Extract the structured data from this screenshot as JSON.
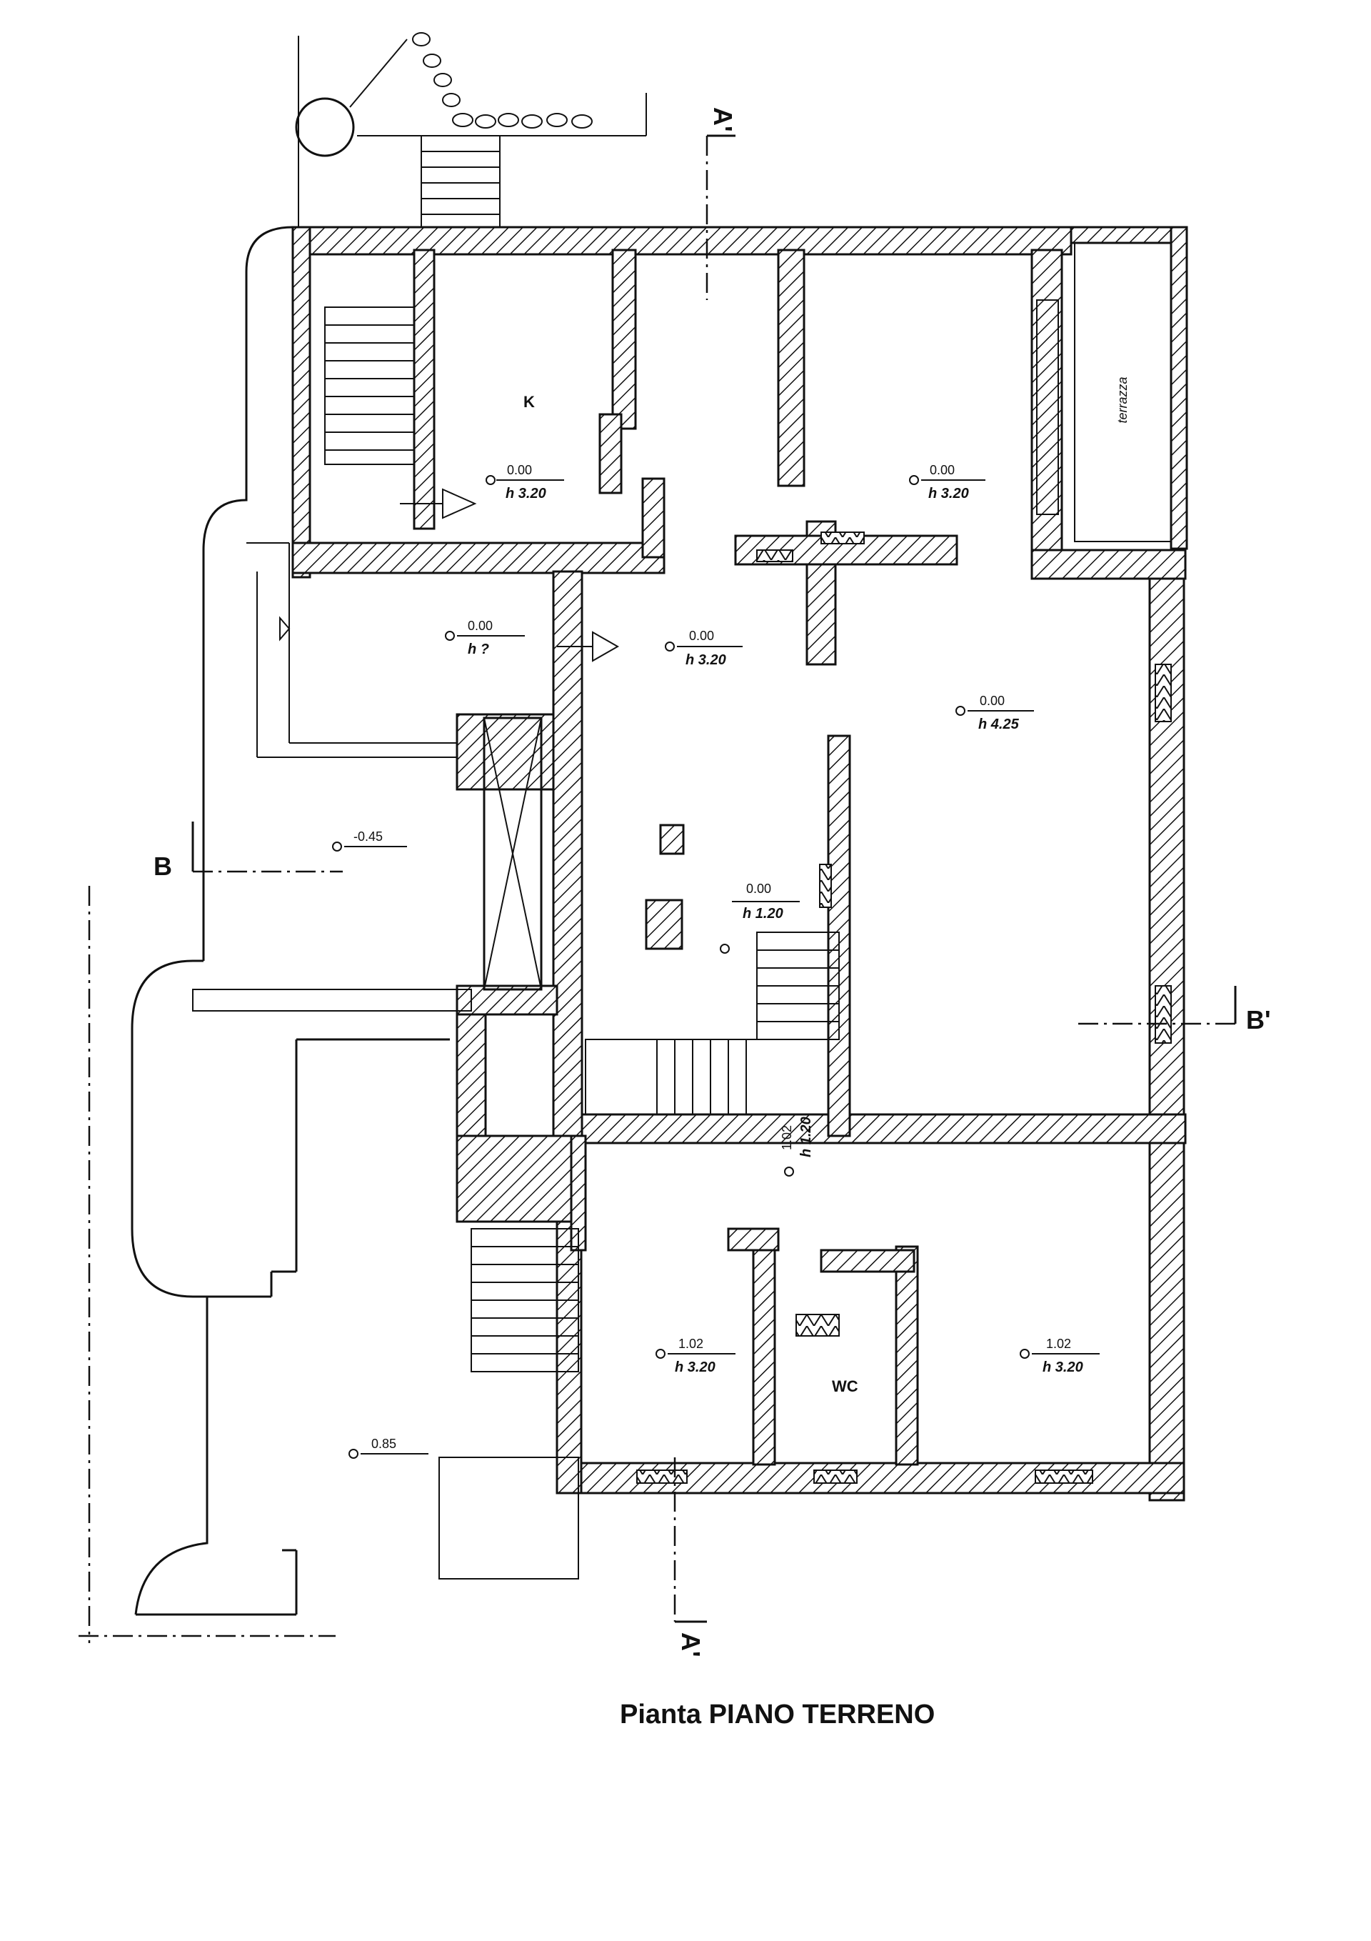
{
  "plan_title": "Pianta PIANO TERRENO",
  "rooms": {
    "kitchen": "K",
    "wc": "WC",
    "terrace": "terrazza"
  },
  "sections": {
    "a_top": "A'",
    "a_bottom": "A'",
    "b_left": "B",
    "b_right": "B'"
  },
  "levels": {
    "kitchen": {
      "elev": "0.00",
      "height": "h 3.20"
    },
    "room_ne": {
      "elev": "0.00",
      "height": "h 3.20"
    },
    "entry": {
      "elev": "0.00",
      "height": "h ?"
    },
    "hall": {
      "elev": "0.00",
      "height": "h 3.20"
    },
    "salone": {
      "elev": "0.00",
      "height": "h 4.25"
    },
    "landing": {
      "elev": "0.00",
      "height": "h 1.20"
    },
    "courtyard": {
      "elev": "-0.45"
    },
    "stair_mark": {
      "elev": "1.02",
      "height": "h 1.20"
    },
    "room_sw": {
      "elev": "1.02",
      "height": "h 3.20"
    },
    "room_se": {
      "elev": "1.02",
      "height": "h 3.20"
    },
    "garden": {
      "elev": "0.85"
    }
  }
}
